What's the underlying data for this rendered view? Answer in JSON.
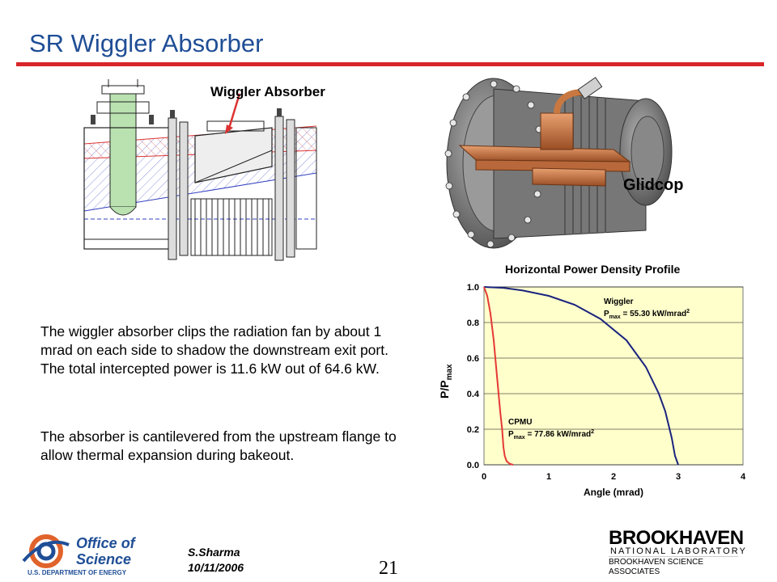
{
  "header": {
    "title": "SR Wiggler Absorber",
    "accent_color": "#d9262b",
    "title_color": "#1f4e96"
  },
  "drawing": {
    "callout": "Wiggler Absorber"
  },
  "model": {
    "callout": "Glidcop"
  },
  "body": {
    "paragraph1": "The wiggler absorber clips the radiation fan by about 1 mrad on each side to shadow the downstream exit port. The total intercepted power is 11.6 kW out of 64.6 kW.",
    "paragraph2": "The absorber is cantilevered from the upstream flange to allow thermal expansion during bakeout."
  },
  "chart_data": {
    "type": "line",
    "title": "Horizontal Power Density Profile",
    "xlabel": "Angle (mrad)",
    "ylabel": "P/P",
    "ylabel_sub": "max",
    "xlim": [
      0,
      4
    ],
    "ylim": [
      0,
      1.0
    ],
    "x_ticks": [
      "0",
      "1",
      "2",
      "3",
      "4"
    ],
    "y_ticks": [
      "0.0",
      "0.2",
      "0.4",
      "0.6",
      "0.8",
      "1.0"
    ],
    "grid": true,
    "background": "#ffffcc",
    "series": [
      {
        "name": "Wiggler",
        "annotation_label": "Wiggler",
        "annotation_value": "= 55.30 kW/mrad",
        "color": "#1a237e",
        "x": [
          0,
          0.3,
          0.6,
          1.0,
          1.4,
          1.8,
          2.2,
          2.5,
          2.7,
          2.8,
          2.9,
          2.95,
          3.0
        ],
        "y": [
          1.0,
          0.995,
          0.98,
          0.95,
          0.9,
          0.82,
          0.7,
          0.55,
          0.4,
          0.3,
          0.15,
          0.05,
          0.0
        ]
      },
      {
        "name": "CPMU",
        "annotation_label": "CPMU",
        "annotation_value": "= 77.86 kW/mrad",
        "color": "#e53935",
        "x": [
          0,
          0.05,
          0.1,
          0.15,
          0.2,
          0.25,
          0.28,
          0.3,
          0.32,
          0.35,
          0.4,
          0.45
        ],
        "y": [
          1.0,
          0.95,
          0.85,
          0.7,
          0.5,
          0.3,
          0.2,
          0.1,
          0.05,
          0.02,
          0.005,
          0.0
        ]
      }
    ],
    "pmax_text": "P",
    "pmax_sub": "max",
    "pmax_sup": "2"
  },
  "footer": {
    "org_line1": "Office of",
    "org_line2": "Science",
    "org_line3": "U.S. DEPARTMENT OF ENERGY",
    "author": "S.Sharma",
    "date": "10/11/2006",
    "page": "21",
    "lab_name": "BROOKHAVEN",
    "lab_sub": "NATIONAL LABORATORY",
    "assoc_line1": "BROOKHAVEN SCIENCE",
    "assoc_line2": "ASSOCIATES"
  }
}
